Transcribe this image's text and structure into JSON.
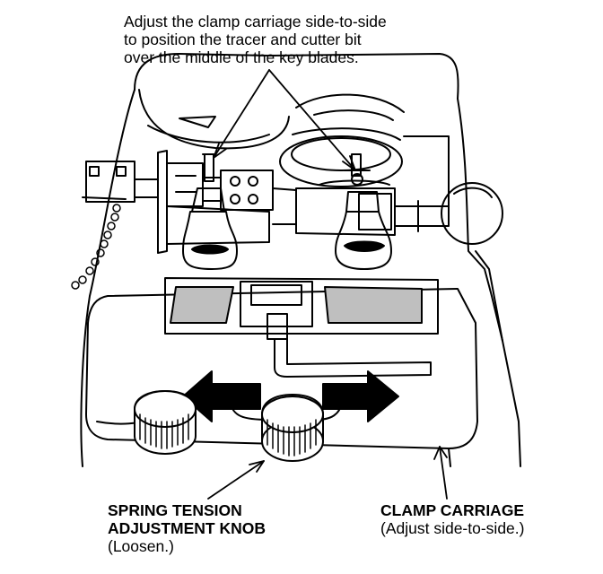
{
  "top_note": {
    "line1": "Adjust the clamp carriage side-to-side",
    "line2": "to position the tracer and cutter bit",
    "line3": "over the middle of the key blades."
  },
  "spring_knob": {
    "line1": "SPRING TENSION",
    "line2": "ADJUSTMENT KNOB",
    "line3": "(Loosen.)"
  },
  "clamp_carriage": {
    "line1": "CLAMP CARRIAGE",
    "line2": "(Adjust side-to-side.)"
  },
  "colors": {
    "ink": "#000000",
    "paper": "#ffffff",
    "shade": "#bfbfbf"
  }
}
